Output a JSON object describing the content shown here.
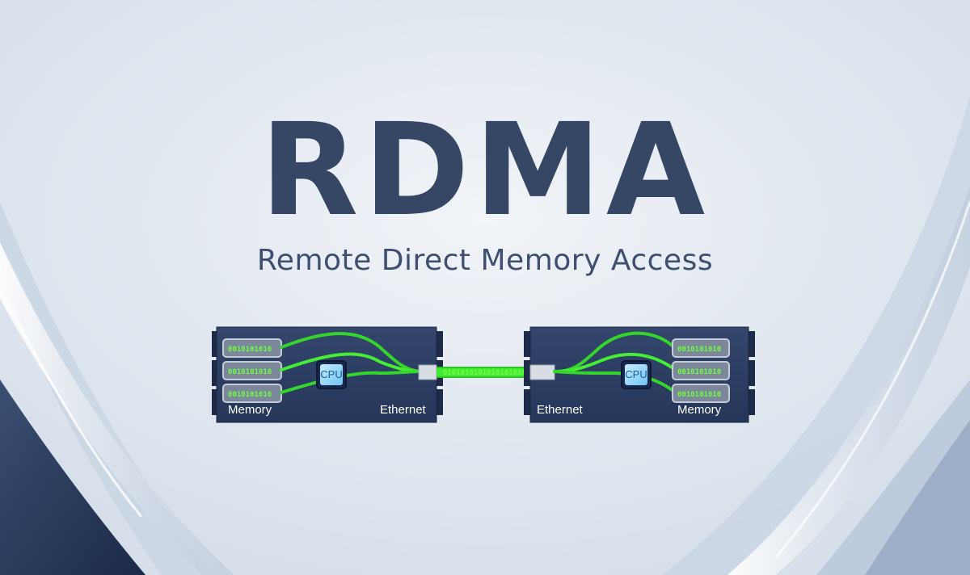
{
  "title": "RDMA",
  "subtitle": "Remote Direct Memory Access",
  "left_server": {
    "memory_label": "Memory",
    "network_label": "Ethernet",
    "cpu_label": "CPU"
  },
  "right_server": {
    "memory_label": "Memory",
    "network_label": "Ethernet",
    "cpu_label": "CPU"
  },
  "memory_module_bits": [
    "0010101010",
    "0010101010",
    "0010101010"
  ],
  "stream_bits": "0101010101010101010101",
  "colors": {
    "title": "#364766",
    "server_body": "#2e3f63",
    "data_stream": "#33e02a",
    "background": "#dfe6ef"
  }
}
